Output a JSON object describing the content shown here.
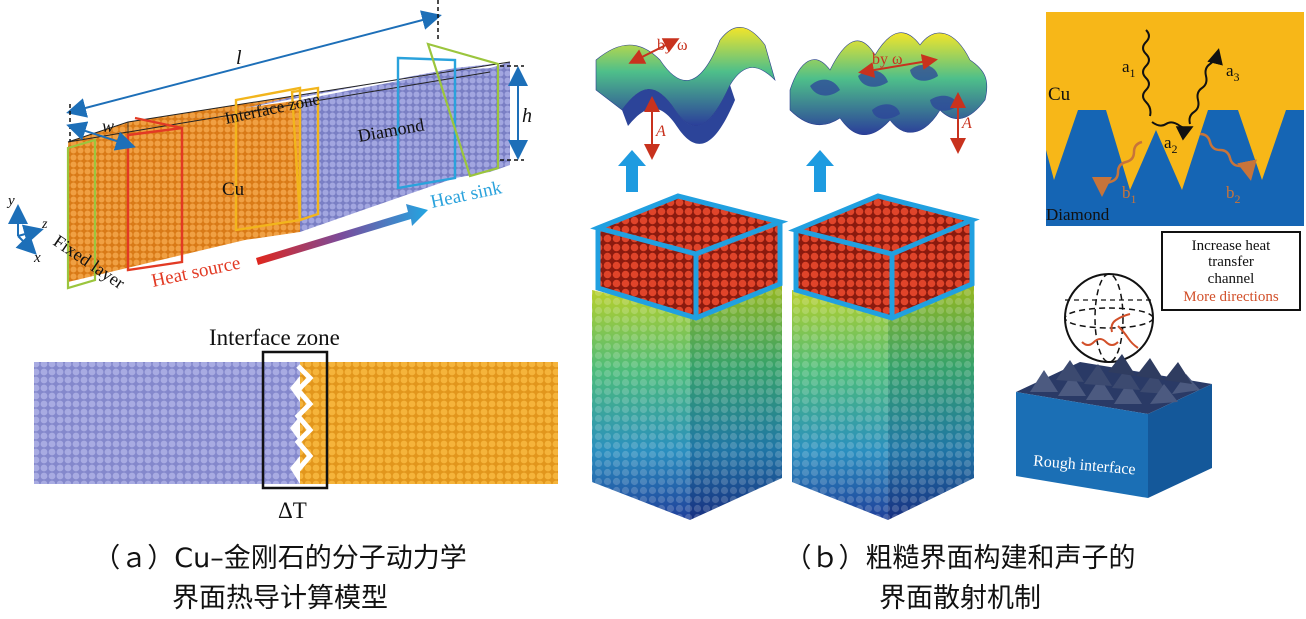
{
  "panel_a": {
    "labels": {
      "length": "l",
      "width": "w",
      "height": "h",
      "interface_zone": "Interface zone",
      "diamond": "Diamond",
      "cu": "Cu",
      "heat_sink": "Heat sink",
      "heat_source": "Heat source",
      "fixed_layer": "Fixed layer",
      "axis_y": "y",
      "axis_z": "z",
      "axis_x": "x"
    },
    "cross_section": {
      "interface_zone": "Interface zone",
      "delta_t": "ΔT"
    },
    "caption": {
      "line1": "（ａ）Cu–金刚石的分子动力学",
      "line2": "界面热导计算模型"
    }
  },
  "panel_b": {
    "wave_labels": {
      "by_omega_1": "by ω",
      "amplitude_1": "A",
      "by_omega_2": "by ω",
      "amplitude_2": "A"
    },
    "scatter": {
      "cu": "Cu",
      "diamond": "Diamond",
      "a1": "a",
      "a1_sub": "1",
      "a2": "a",
      "a2_sub": "2",
      "a3": "a",
      "a3_sub": "3",
      "b1": "b",
      "b1_sub": "1",
      "b2": "b",
      "b2_sub": "2"
    },
    "callout": {
      "line1": "Increase heat",
      "line2": "transfer",
      "line3": "channel",
      "line4": "More directions"
    },
    "rough_interface": "Rough interface",
    "caption": {
      "line1": "（ｂ）粗糙界面构建和声子的",
      "line2": "界面散射机制"
    }
  },
  "colors": {
    "cu": "#e48b1e",
    "diamond_blue": "#8c8fd0",
    "heat_sink": "#2aa2dc",
    "heat_source": "#e23a24",
    "zone_yellow": "#f2b51c",
    "cu_yellow": "#f7b718",
    "substrate_blue": "#1a73b7"
  }
}
